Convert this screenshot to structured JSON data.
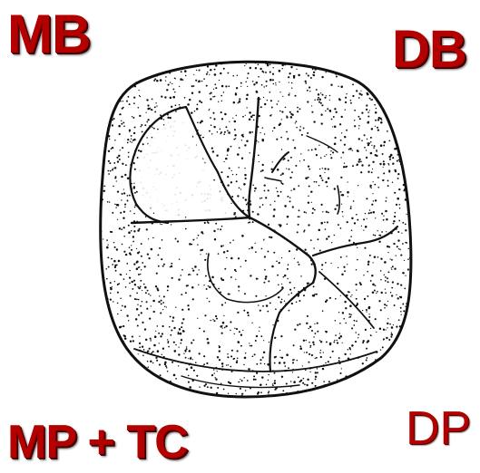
{
  "labels": {
    "mb": "MB",
    "db": "DB",
    "mp_tc": "MP + TC",
    "dp": "DP"
  },
  "colors": {
    "label_red": "#b30000",
    "ink": "#111111",
    "background": "#ffffff"
  },
  "illustration": {
    "icon": "molar-tooth-occlusal-drawing"
  }
}
